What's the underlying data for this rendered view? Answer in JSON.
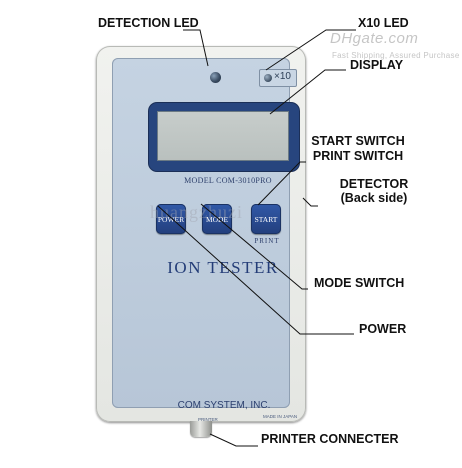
{
  "labels": {
    "detection_led": "DETECTION LED",
    "x10_led": "X10 LED",
    "display": "DISPLAY",
    "start_switch": "START SWITCH",
    "print_switch": "PRINT SWITCH",
    "detector": "DETECTOR",
    "detector_sub": "(Back side)",
    "mode_switch": "MODE SWITCH",
    "power": "POWER",
    "printer_connecter": "PRINTER CONNECTER"
  },
  "device": {
    "x10_badge": "×10",
    "model": "MODEL COM-3010PRO",
    "buttons": {
      "power": "POWER",
      "mode": "MODE",
      "start": "START"
    },
    "print_label": "PRINT",
    "brand": "ION TESTER",
    "maker": "COM SYSTEM, INC.",
    "small_left": "PRINTER",
    "small_right": "MADE IN JAPAN"
  },
  "watermark": {
    "site": "DHgate.com",
    "tagline": "Fast Shipping, Assured Purchase",
    "overlay": "huangzhuzi"
  },
  "colors": {
    "faceplate": "#bccbdc",
    "display_frame": "#27457e",
    "button": "#2a4a90",
    "brand_text": "#243d78",
    "callout_line": "#111111"
  }
}
